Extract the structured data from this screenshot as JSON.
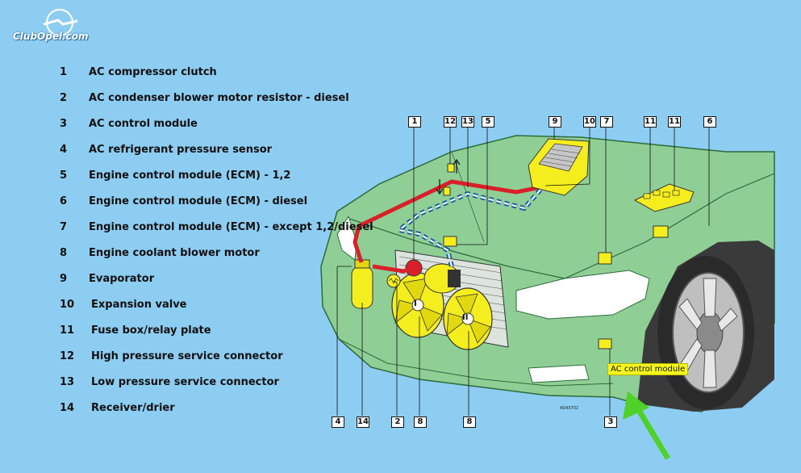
{
  "logo": {
    "text": "ClubOpel.com"
  },
  "legend": [
    {
      "num": "1",
      "label": "AC compressor clutch"
    },
    {
      "num": "2",
      "label": "AC condenser blower motor resistor - diesel"
    },
    {
      "num": "3",
      "label": "AC control module"
    },
    {
      "num": "4",
      "label": "AC refrigerant pressure sensor"
    },
    {
      "num": "5",
      "label": "Engine control module (ECM) - 1,2"
    },
    {
      "num": "6",
      "label": "Engine control module (ECM) - diesel"
    },
    {
      "num": "7",
      "label": "Engine control module (ECM) - except 1,2/diesel"
    },
    {
      "num": "8",
      "label": "Engine coolant blower motor"
    },
    {
      "num": "9",
      "label": "Evaporator"
    },
    {
      "num": "10",
      "label": "Expansion valve"
    },
    {
      "num": "11",
      "label": "Fuse box/relay plate"
    },
    {
      "num": "12",
      "label": "High pressure service connector"
    },
    {
      "num": "13",
      "label": "Low pressure service connector"
    },
    {
      "num": "14",
      "label": "Receiver/drier"
    }
  ],
  "callouts_top": [
    "1",
    "12",
    "13",
    "5",
    "9",
    "10",
    "7",
    "11",
    "11",
    "6"
  ],
  "callouts_bottom": [
    "4",
    "14",
    "2",
    "8",
    "8",
    "3"
  ],
  "highlight_tag": "AC control module",
  "figure_code": "AD45702",
  "fan_labels": [
    "I",
    "II"
  ],
  "colors": {
    "background": "#8ecdf2",
    "car_body": "#8fcf96",
    "component": "#f5ee1e",
    "high_pressure_line": "#d9202a",
    "low_pressure_line": "#1d5ea8",
    "arrow": "#4fd12a"
  }
}
